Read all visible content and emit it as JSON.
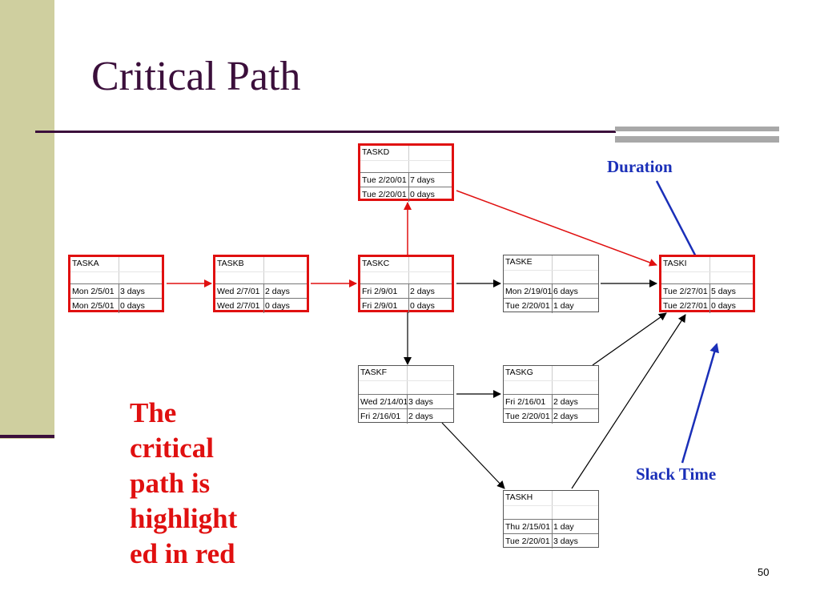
{
  "slide": {
    "title": "Critical Path",
    "page_number": "50",
    "note_lines": [
      "The",
      "critical",
      "path is",
      "highlight",
      "ed in red"
    ],
    "annotations": {
      "duration": "Duration",
      "slack": "Slack Time"
    }
  },
  "colors": {
    "critical": "#e01010",
    "annotation": "#1a2fb8",
    "title": "#3b0f3b",
    "sidebar": "#cfcf9f"
  },
  "tasks": {
    "a": {
      "name": "TASKA",
      "start": "Mon 2/5/01",
      "duration": "3 days",
      "finish": "Mon 2/5/01",
      "slack": "0 days",
      "critical": true
    },
    "b": {
      "name": "TASKB",
      "start": "Wed 2/7/01",
      "duration": "2 days",
      "finish": "Wed 2/7/01",
      "slack": "0 days",
      "critical": true
    },
    "c": {
      "name": "TASKC",
      "start": "Fri 2/9/01",
      "duration": "2 days",
      "finish": "Fri 2/9/01",
      "slack": "0 days",
      "critical": true
    },
    "d": {
      "name": "TASKD",
      "start": "Tue 2/20/01",
      "duration": "7 days",
      "finish": "Tue 2/20/01",
      "slack": "0 days",
      "critical": true
    },
    "e": {
      "name": "TASKE",
      "start": "Mon 2/19/01",
      "duration": "6 days",
      "finish": "Tue 2/20/01",
      "slack": "1 day",
      "critical": false
    },
    "f": {
      "name": "TASKF",
      "start": "Wed 2/14/01",
      "duration": "3 days",
      "finish": "Fri 2/16/01",
      "slack": "2 days",
      "critical": false
    },
    "g": {
      "name": "TASKG",
      "start": "Fri 2/16/01",
      "duration": "2 days",
      "finish": "Tue 2/20/01",
      "slack": "2 days",
      "critical": false
    },
    "h": {
      "name": "TASKH",
      "start": "Thu 2/15/01",
      "duration": "1 day",
      "finish": "Tue 2/20/01",
      "slack": "3 days",
      "critical": false
    },
    "i": {
      "name": "TASKI",
      "start": "Tue 2/27/01",
      "duration": "5 days",
      "finish": "Tue 2/27/01",
      "slack": "0 days",
      "critical": true
    }
  }
}
